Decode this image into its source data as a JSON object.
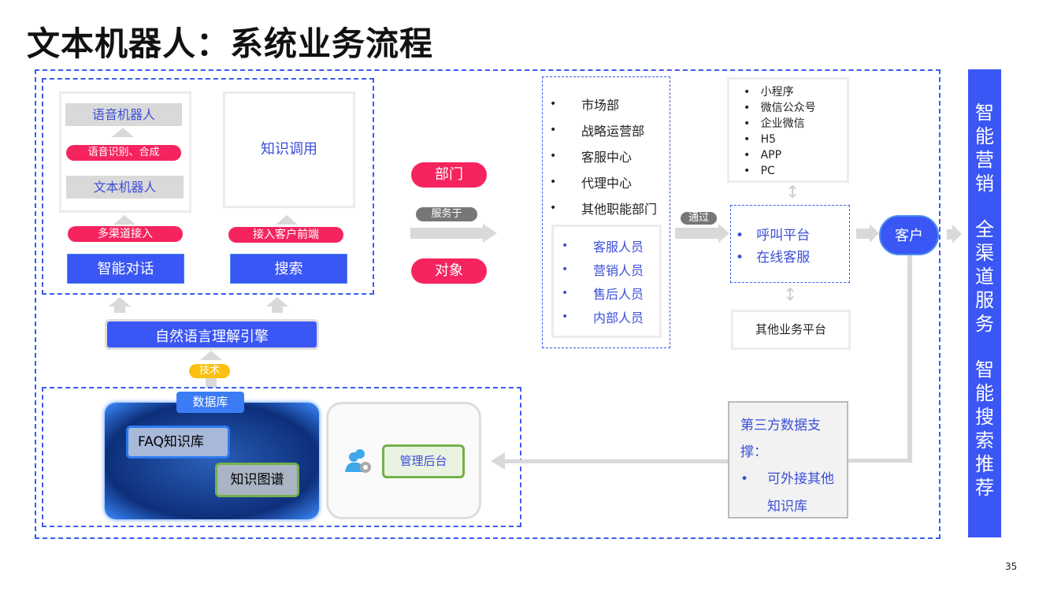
{
  "title": "文本机器人：系统业务流程",
  "left": {
    "voice_robot": "语音机器人",
    "asr_tts": "语音识别、合成",
    "text_robot": "文本机器人",
    "knowledge_call": "知识调用",
    "multichannel": "多渠道接入",
    "client_front": "接入客户前端",
    "dialog": "智能对话",
    "search": "搜索",
    "nlu": "自然语言理解引擎",
    "tech": "技术"
  },
  "bottom": {
    "database": "数据库",
    "faq": "FAQ知识库",
    "kg": "知识图谱",
    "admin": "管理后台"
  },
  "middle": {
    "dept": "部门",
    "serves": "服务于",
    "target": "对象",
    "depts": [
      "市场部",
      "战略运营部",
      "客服中心",
      "代理中心",
      "其他职能部门"
    ],
    "staff": [
      "客服人员",
      "营销人员",
      "售后人员",
      "内部人员"
    ],
    "via": "通过"
  },
  "channels": [
    "小程序",
    "微信公众号",
    "企业微信",
    "H5",
    "APP",
    "PC"
  ],
  "platform": [
    "呼叫平台",
    "在线客服"
  ],
  "other_platform": "其他业务平台",
  "customer": "客户",
  "third_party": {
    "title": "第三方数据支撑：",
    "item": "可外接其他知识库"
  },
  "side": [
    "智能营销",
    "全渠道服务",
    "智能搜索推荐"
  ],
  "page": "35"
}
